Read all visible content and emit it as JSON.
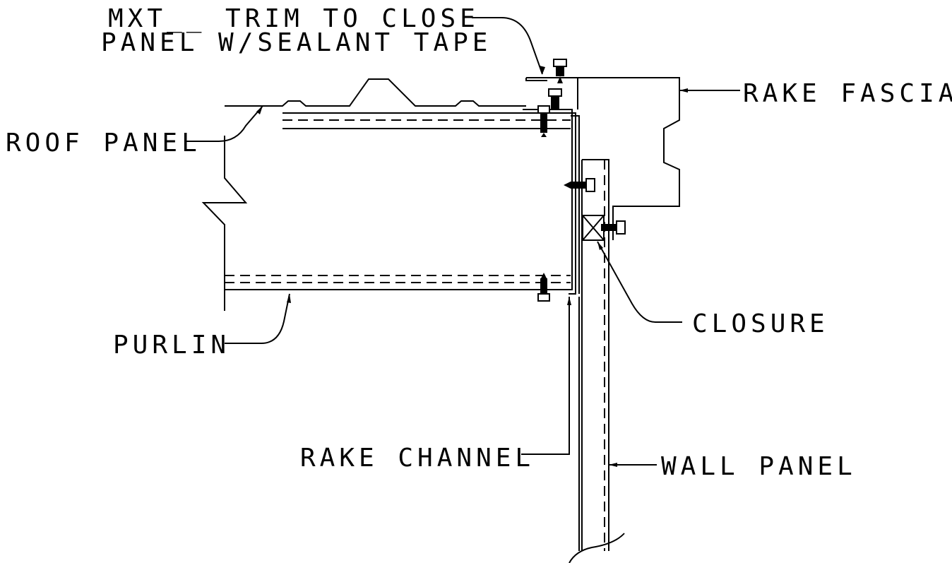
{
  "labels": {
    "trim_line1": "MXT__ TRIM TO CLOSE",
    "trim_line2": "PANEL W/SEALANT TAPE",
    "rake_fascia": "RAKE FASCIA",
    "roof_panel": "ROOF PANEL",
    "closure": "CLOSURE",
    "purlin": "PURLIN",
    "rake_channel": "RAKE CHANNEL",
    "wall_panel": "WALL PANEL"
  }
}
